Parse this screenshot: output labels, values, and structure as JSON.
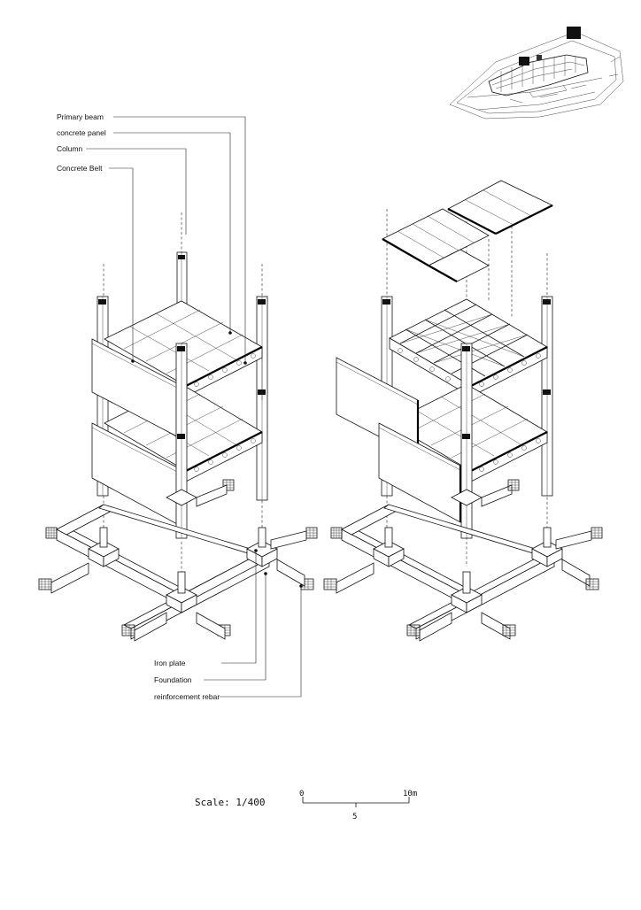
{
  "diagram": {
    "labels_top": [
      {
        "id": "primary-beam",
        "text": "Primary beam"
      },
      {
        "id": "concrete-panel",
        "text": "concrete panel"
      },
      {
        "id": "column",
        "text": "Column"
      },
      {
        "id": "concrete-belt",
        "text": "Concrete Belt"
      }
    ],
    "labels_bottom": [
      {
        "id": "iron-plate",
        "text": "Iron plate"
      },
      {
        "id": "foundation",
        "text": "Foundation"
      },
      {
        "id": "reinforcement-rebar",
        "text": "reinforcement rebar"
      }
    ]
  },
  "scale": {
    "label": "Scale: 1/400",
    "start": "0",
    "mid": "5",
    "end": "10m"
  }
}
